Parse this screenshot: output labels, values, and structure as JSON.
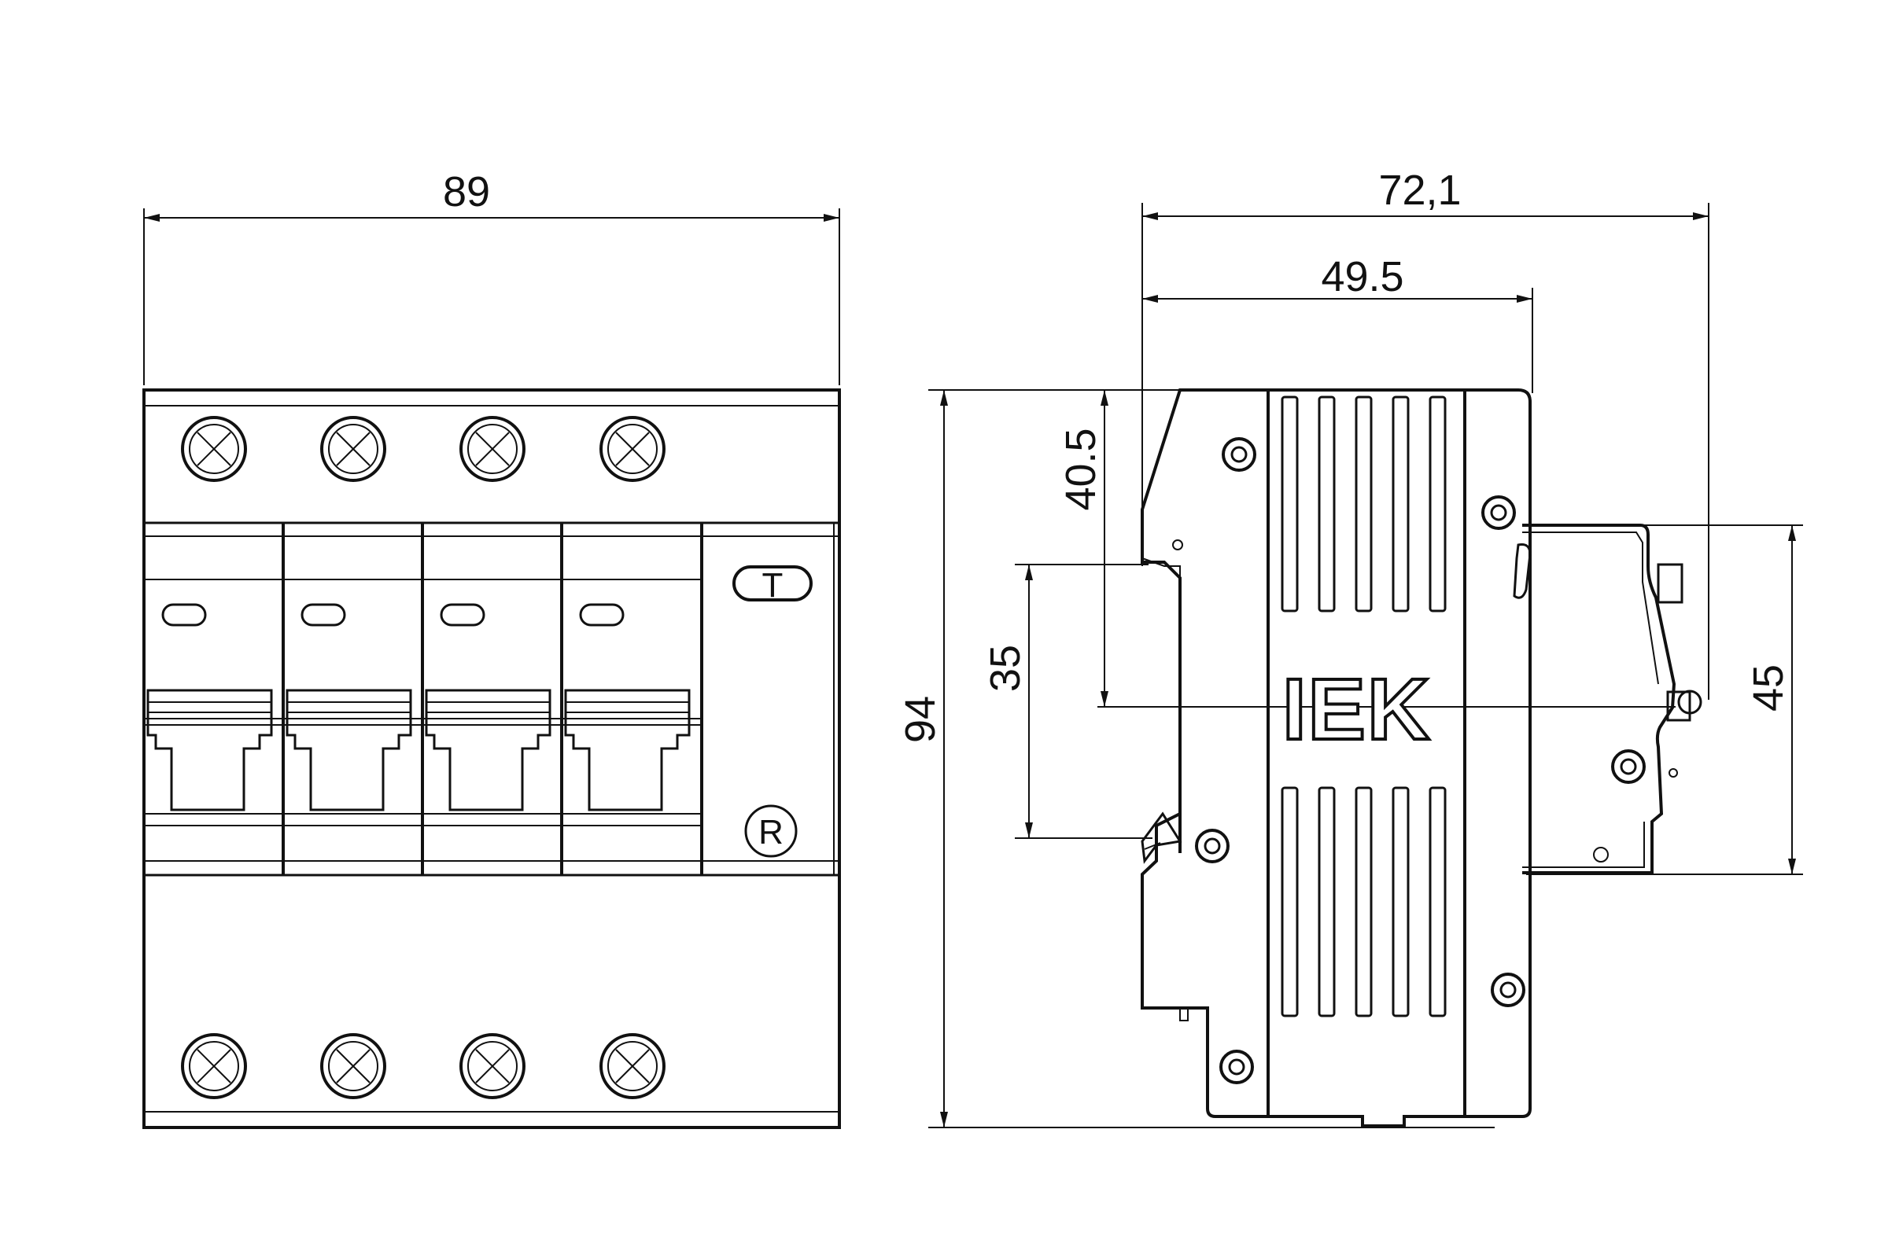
{
  "front_view": {
    "width_dimension": "89",
    "test_button_label": "T",
    "registered_mark": "R",
    "pole_count": 4,
    "terminal_icon": "terminal-screw-icon"
  },
  "side_view": {
    "overall_depth_dimension": "72,1",
    "rail_depth_dimension": "49.5",
    "top_to_rail_center_dimension": "40.5",
    "din_rail_dimension": "35",
    "front_face_height_dimension": "45",
    "height_dimension": "94",
    "logo": "IEK"
  },
  "colors": {
    "line": "#111111",
    "background": "#ffffff"
  }
}
